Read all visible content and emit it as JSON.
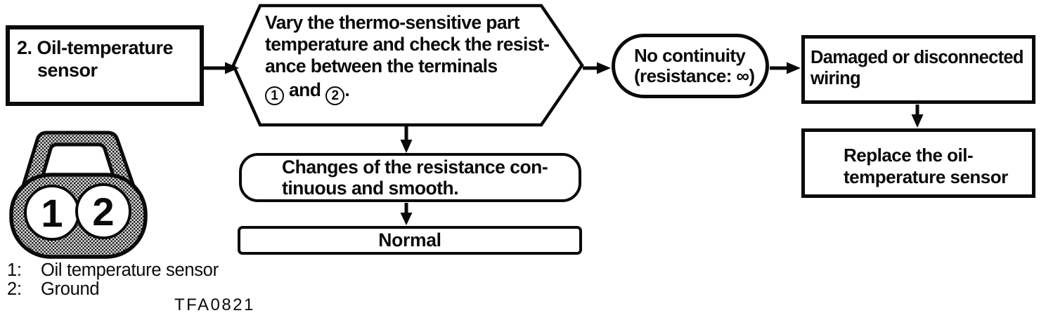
{
  "flowchart": {
    "start": {
      "line1": "2. Oil-temperature",
      "line2": "sensor"
    },
    "test": {
      "line1": "Vary the thermo-sensitive part",
      "line2": "temperature and check the resist-",
      "line3": "ance between the terminals",
      "terminal_a": "1",
      "conjunction": "and",
      "terminal_b": "2",
      "period": "."
    },
    "no_continuity": {
      "line1": "No continuity",
      "line2": "(resistance: ∞)"
    },
    "cause": {
      "line1": "Damaged or disconnected",
      "line2": "wiring"
    },
    "action": {
      "line1": "Replace the oil-",
      "line2": "temperature sensor"
    },
    "continuous": {
      "line1": "Changes of the resistance con-",
      "line2": "tinuous and smooth."
    },
    "normal": {
      "label": "Normal"
    }
  },
  "connector": {
    "pin1": "1",
    "pin2": "2",
    "legend": [
      {
        "key": "1:",
        "label": "Oil temperature sensor"
      },
      {
        "key": "2:",
        "label": "Ground"
      }
    ]
  },
  "figure_code": "TFA0821",
  "colors": {
    "ink": "#0a0a0a",
    "background": "#ffffff"
  }
}
